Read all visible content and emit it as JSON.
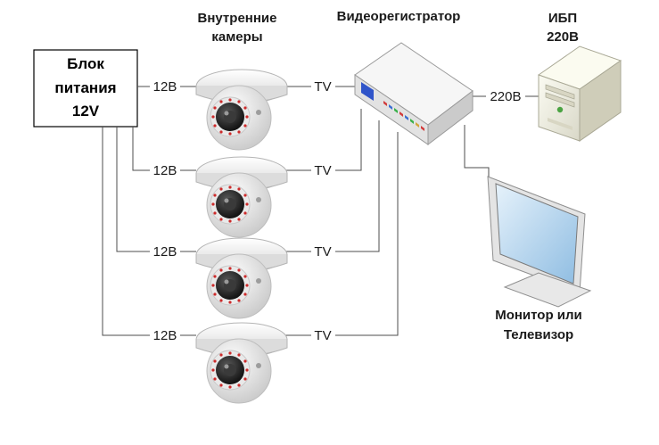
{
  "titles": {
    "cameras_line1": "Внутренние",
    "cameras_line2": "камеры",
    "dvr": "Видеорегистратор",
    "ups_line1": "ИБП",
    "ups_line2": "220В",
    "monitor_line1": "Монитор или",
    "monitor_line2": "Телевизор"
  },
  "power_supply": {
    "line1": "Блок",
    "line2": "питания",
    "line3": "12V"
  },
  "cameras": [
    {
      "power_label": "12В",
      "video_label": "TV"
    },
    {
      "power_label": "12В",
      "video_label": "TV"
    },
    {
      "power_label": "12В",
      "video_label": "TV"
    },
    {
      "power_label": "12В",
      "video_label": "TV"
    }
  ],
  "ups_link_label": "220В",
  "colors": {
    "camera_body": "#eeeeee",
    "camera_lens": "#222222",
    "ir_led": "#cc2b2b",
    "dvr_panel": "#2f54c9",
    "monitor_screen": "#b8d7ef"
  }
}
